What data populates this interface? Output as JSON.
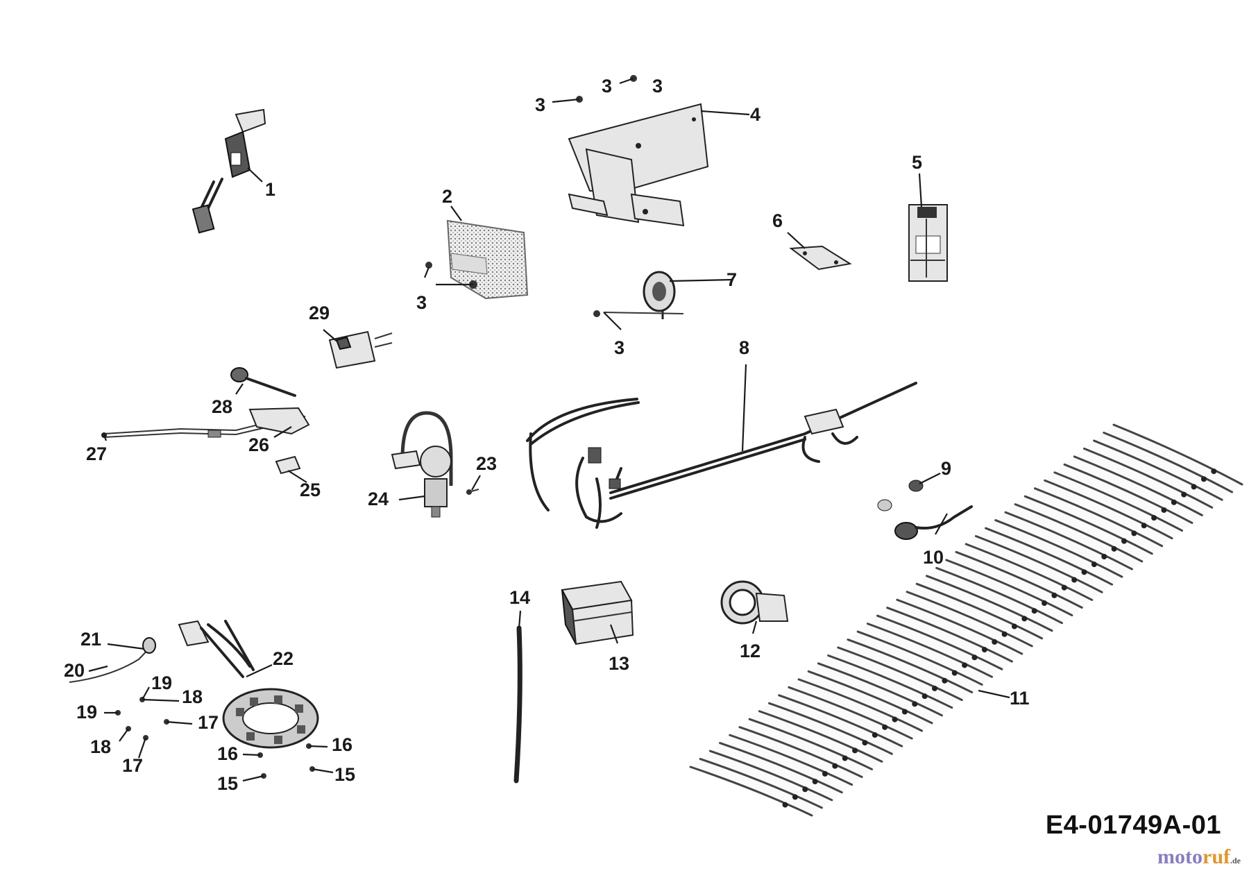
{
  "diagram": {
    "drawing_code": "E4-01749A-01",
    "watermark": {
      "part_a": "moto",
      "part_b": "ruf",
      "tld": ".de"
    },
    "callouts": [
      {
        "id": "c1",
        "label": "1"
      },
      {
        "id": "c2",
        "label": "2"
      },
      {
        "id": "c3a",
        "label": "3"
      },
      {
        "id": "c3b",
        "label": "3"
      },
      {
        "id": "c3c",
        "label": "3"
      },
      {
        "id": "c3d",
        "label": "3"
      },
      {
        "id": "c4",
        "label": "4"
      },
      {
        "id": "c5",
        "label": "5"
      },
      {
        "id": "c6",
        "label": "6"
      },
      {
        "id": "c7",
        "label": "7"
      },
      {
        "id": "c8",
        "label": "8"
      },
      {
        "id": "c9",
        "label": "9"
      },
      {
        "id": "c10",
        "label": "10"
      },
      {
        "id": "c11",
        "label": "11"
      },
      {
        "id": "c12",
        "label": "12"
      },
      {
        "id": "c13",
        "label": "13"
      },
      {
        "id": "c14",
        "label": "14"
      },
      {
        "id": "c15a",
        "label": "15"
      },
      {
        "id": "c15b",
        "label": "15"
      },
      {
        "id": "c16a",
        "label": "16"
      },
      {
        "id": "c16b",
        "label": "16"
      },
      {
        "id": "c17a",
        "label": "17"
      },
      {
        "id": "c17b",
        "label": "17"
      },
      {
        "id": "c18a",
        "label": "18"
      },
      {
        "id": "c18b",
        "label": "18"
      },
      {
        "id": "c19a",
        "label": "19"
      },
      {
        "id": "c19b",
        "label": "19"
      },
      {
        "id": "c20",
        "label": "20"
      },
      {
        "id": "c21",
        "label": "21"
      },
      {
        "id": "c22",
        "label": "22"
      },
      {
        "id": "c23",
        "label": "23"
      },
      {
        "id": "c24",
        "label": "24"
      },
      {
        "id": "c25",
        "label": "25"
      },
      {
        "id": "c26",
        "label": "26"
      },
      {
        "id": "c27",
        "label": "27"
      },
      {
        "id": "c28",
        "label": "28"
      },
      {
        "id": "c29",
        "label": "29"
      },
      {
        "id": "c3e",
        "label": "3"
      }
    ]
  }
}
